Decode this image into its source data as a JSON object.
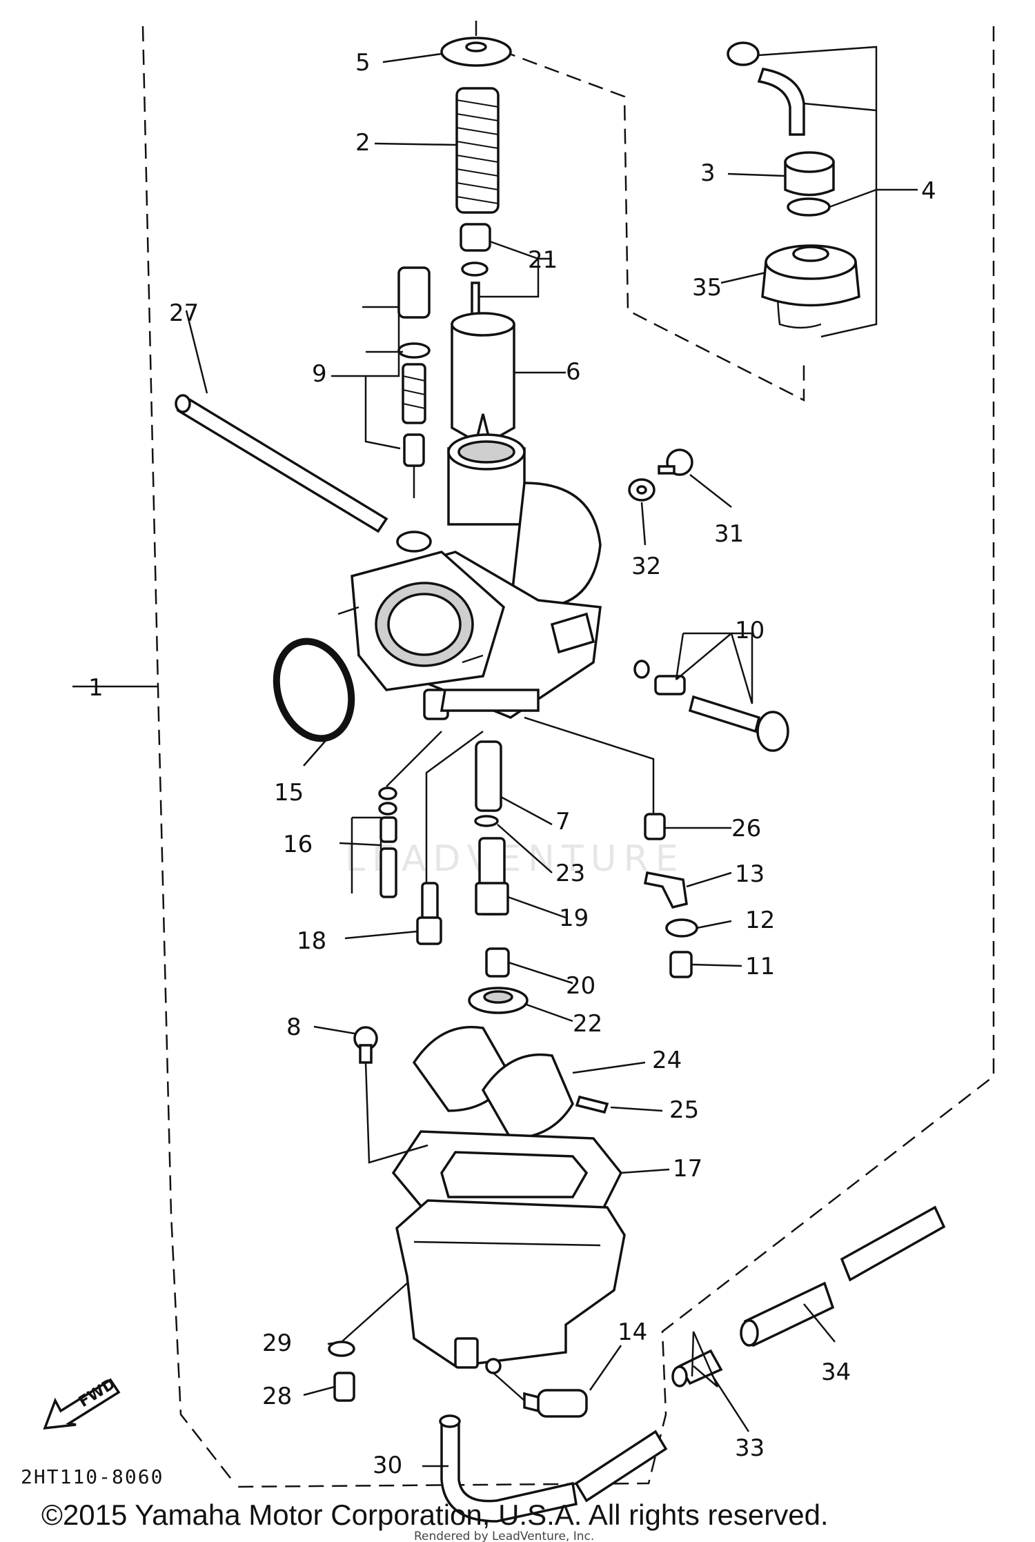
{
  "diagram": {
    "callouts": [
      "1",
      "2",
      "3",
      "4",
      "5",
      "6",
      "7",
      "8",
      "9",
      "10",
      "11",
      "12",
      "13",
      "14",
      "15",
      "16",
      "17",
      "18",
      "19",
      "20",
      "21",
      "22",
      "23",
      "24",
      "25",
      "26",
      "27",
      "28",
      "29",
      "30",
      "31",
      "32",
      "33",
      "34",
      "35"
    ],
    "fwd_label": "FWD",
    "diagram_code": "2HT110-8060",
    "watermark": "LEADVENTURE",
    "copyright": "©2015 Yamaha Motor Corporation, U.S.A. All rights reserved.",
    "rendered_by": "Rendered by LeadVenture, Inc."
  }
}
